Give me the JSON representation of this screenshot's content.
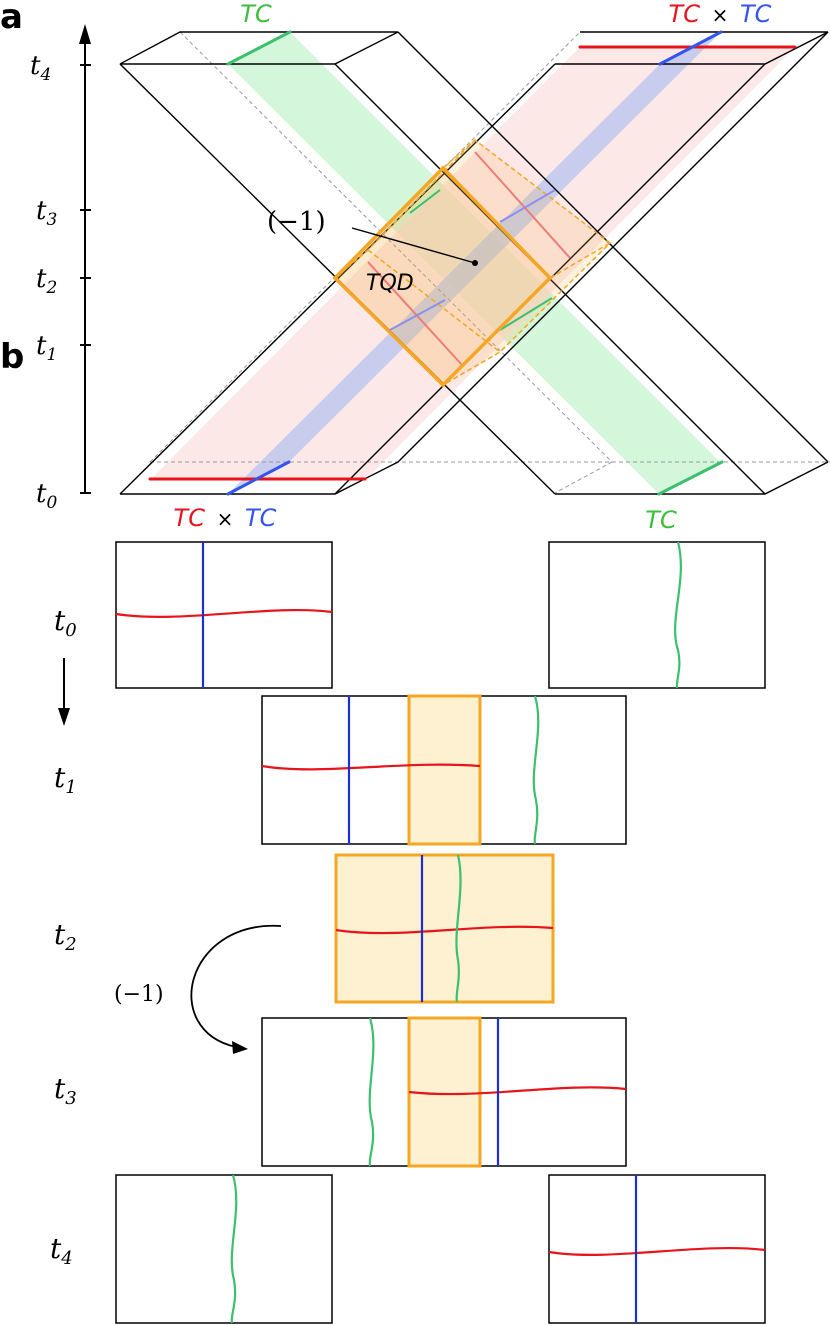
{
  "panel_a": {
    "letter": "a",
    "time_labels": [
      {
        "base": "t",
        "sub": "0"
      },
      {
        "base": "t",
        "sub": "1"
      },
      {
        "base": "t",
        "sub": "2"
      },
      {
        "base": "t",
        "sub": "3"
      },
      {
        "base": "t",
        "sub": "4"
      }
    ],
    "label_tc_top": "TC",
    "label_tc_bottom": "TC",
    "label_tctc_top": {
      "left": "TC",
      "times": "×",
      "right": "TC"
    },
    "label_tctc_bottom": {
      "left": "TC",
      "times": "×",
      "right": "TC"
    },
    "tqd_label": "TQD",
    "minus_one": "(−1)"
  },
  "panel_b": {
    "letter": "b",
    "time_labels": [
      {
        "base": "t",
        "sub": "0"
      },
      {
        "base": "t",
        "sub": "1"
      },
      {
        "base": "t",
        "sub": "2"
      },
      {
        "base": "t",
        "sub": "3"
      },
      {
        "base": "t",
        "sub": "4"
      }
    ],
    "minus_one": "(−1)"
  },
  "colors": {
    "red": "#e8141b",
    "blue": "#1a2fd6",
    "blue_light": "#3355ee",
    "green": "#3cbf6e",
    "green_label": "#3cbf3c",
    "orange": "#f5a623",
    "orange_fill": "#fdf1d2",
    "green_fill": "#c9f5d2",
    "red_fill": "#fcdcdc",
    "blue_fill": "#b6c4ef"
  }
}
